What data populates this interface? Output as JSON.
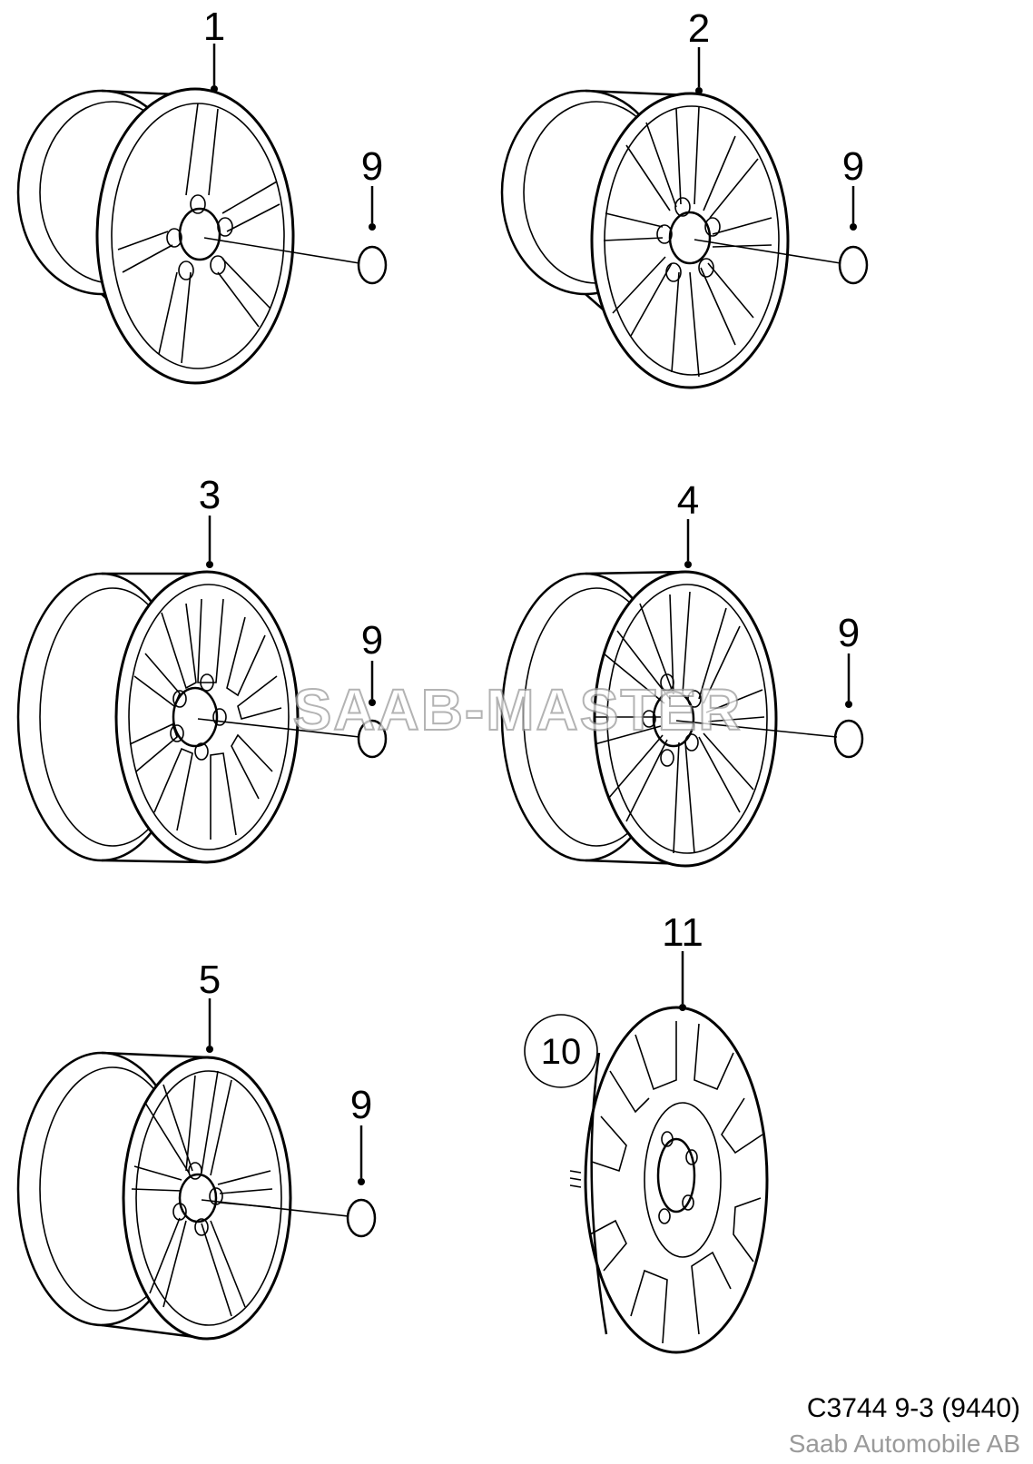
{
  "labels": {
    "wheel_1": "1",
    "wheel_2": "2",
    "wheel_3": "3",
    "wheel_4": "4",
    "wheel_5": "5",
    "center_cap": "9",
    "hub_cap": "11",
    "hub_cap_note": "10"
  },
  "watermark": "SAAB-MASTER",
  "footer": {
    "code": "C3744 9-3 (9440)",
    "copyright": "Saab Automobile AB"
  }
}
